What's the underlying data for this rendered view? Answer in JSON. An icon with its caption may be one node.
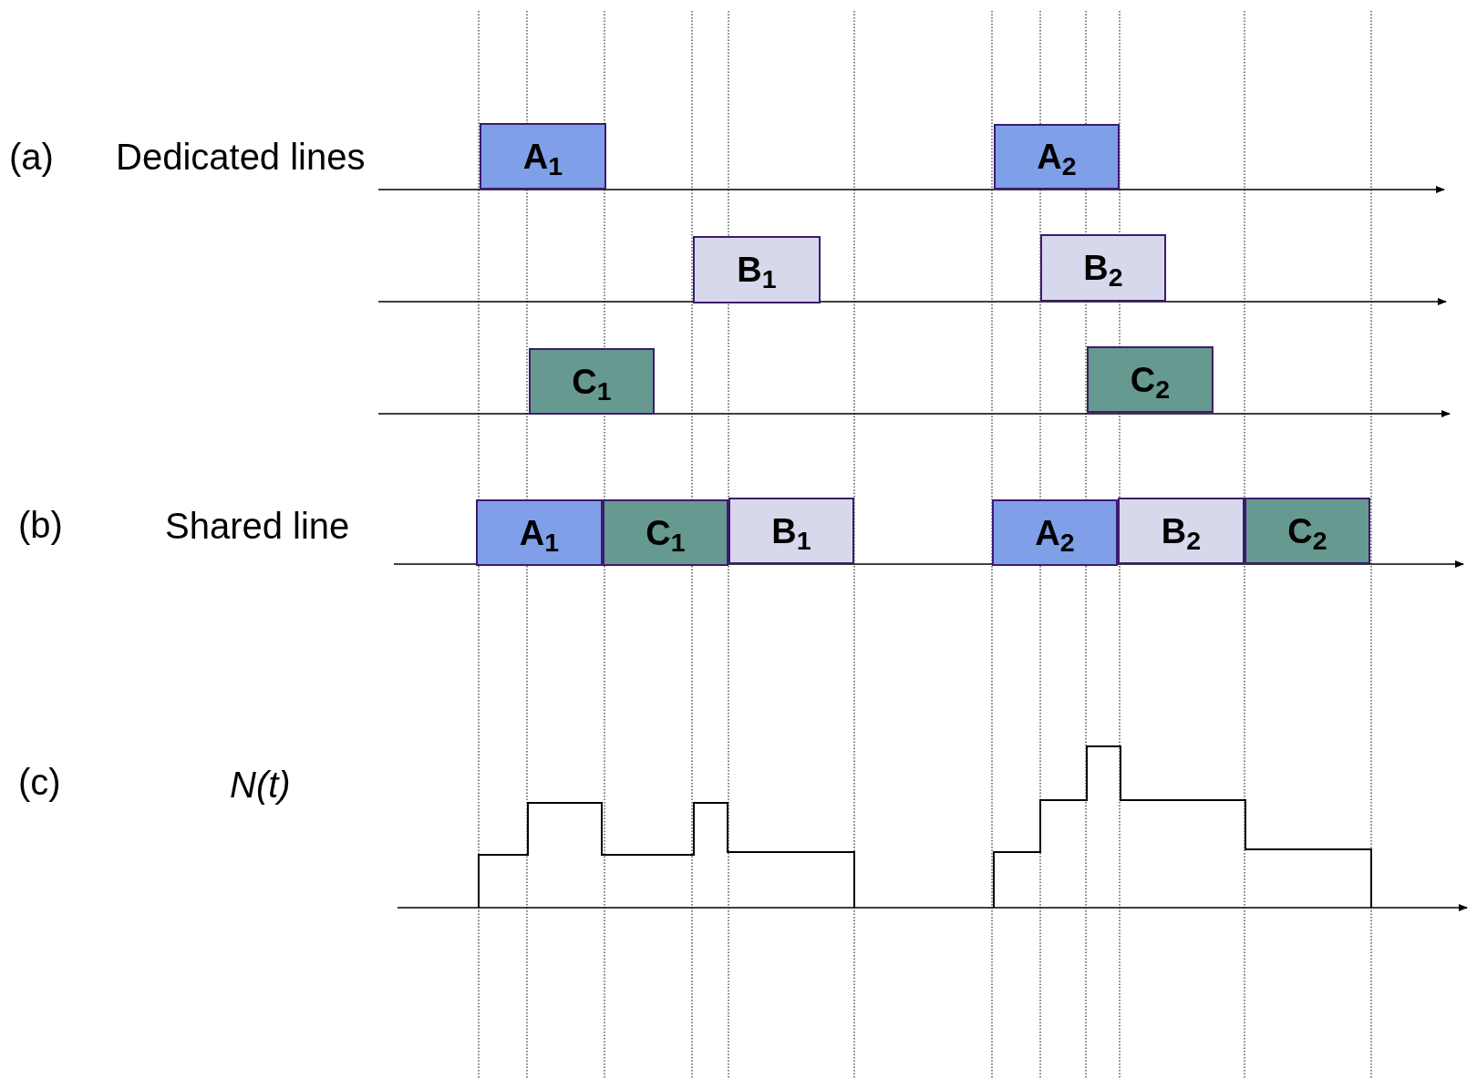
{
  "diagram": {
    "nodes": [
      {
        "text": [
          "A$_{1}$"
        ]
      },
      {
        "text": [
          "A$_{2}$"
        ]
      },
      {
        "text": [
          "B$_{1}$"
        ]
      },
      {
        "text": [
          "B$_{2}$"
        ]
      },
      {
        "text": [
          "C$_{1}$"
        ]
      },
      {
        "text": [
          "C$_{2}$"
        ]
      },
      {
        "text": [
          "A$_{1}$"
        ]
      },
      {
        "text": [
          "C$_{1}$"
        ]
      },
      {
        "text": [
          "B$_{1}$"
        ]
      },
      {
        "text": [
          "A$_{2}$"
        ]
      },
      {
        "text": [
          "B$_{2}$"
        ]
      },
      {
        "text": [
          "C$_{2}$"
        ]
      }
    ],
    "labels": [
      "(a)",
      "Dedicated lines",
      "(b)",
      "Shared line",
      "(c)",
      "N(t)"
    ]
  }
}
